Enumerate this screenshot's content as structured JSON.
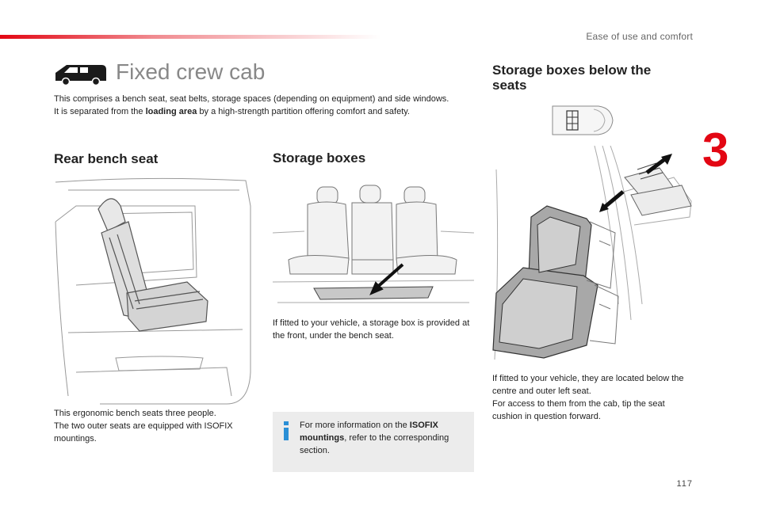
{
  "header": {
    "section_label": "Ease of use and comfort",
    "chapter_number": "3"
  },
  "page": {
    "title": "Fixed crew cab",
    "number": "117"
  },
  "intro": {
    "line1": "This comprises a bench seat, seat belts, storage spaces (depending on equipment) and side windows.",
    "line2_pre": "It is separated from the ",
    "line2_bold": "loading area",
    "line2_post": " by a high-strength partition offering comfort and safety."
  },
  "rear_bench": {
    "heading": "Rear bench seat",
    "text1": "This ergonomic bench seats three people.",
    "text2": "The two outer seats are equipped with ISOFIX mountings."
  },
  "storage_boxes": {
    "heading": "Storage boxes",
    "text": "If fitted to your vehicle, a storage box is provided at the front, under the bench seat."
  },
  "info": {
    "pre": "For more information on the ",
    "bold": "ISOFIX mountings",
    "post": ", refer to the corresponding section."
  },
  "below_seats": {
    "heading_line1": "Storage boxes below the",
    "heading_line2": "seats",
    "text1": "If fitted to your vehicle, they are located below the centre and outer left seat.",
    "text2": "For access to them from the cab, tip the seat cushion in question forward."
  },
  "colors": {
    "accent": "#e30613",
    "info_blue": "#2a8fd6",
    "title_grey": "#888888",
    "info_bg": "#ececec"
  },
  "icons": [
    "van-icon",
    "info-icon",
    "arrow-icon"
  ]
}
